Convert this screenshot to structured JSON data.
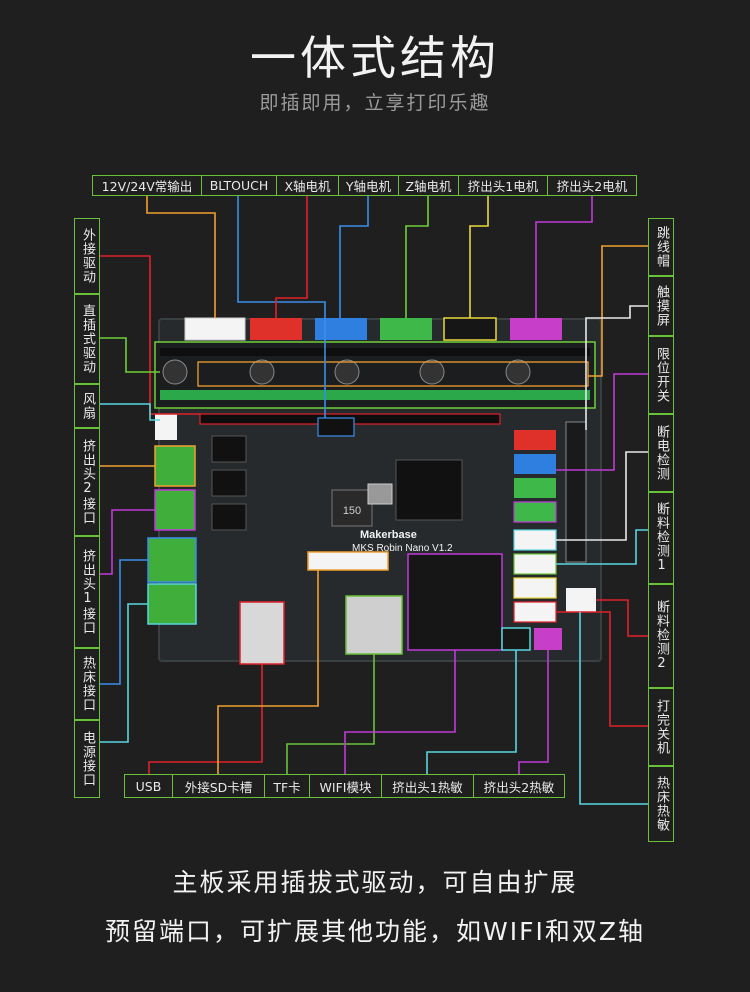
{
  "header": {
    "title": "一体式结构",
    "subtitle": "即插即用，立享打印乐趣"
  },
  "top_labels": [
    "12V/24V常输出",
    "BLTOUCH",
    "X轴电机",
    "Y轴电机",
    "Z轴电机",
    "挤出头1电机",
    "挤出头2电机"
  ],
  "left_labels": [
    "外接驱动",
    "直插式驱动",
    "风扇",
    "挤出头2接口",
    "挤出头1接口",
    "热床接口",
    "电源接口"
  ],
  "right_labels": [
    "跳线帽",
    "触摸屏",
    "限位开关",
    "断电检测",
    "断料检测1",
    "断料检测2",
    "打完关机",
    "热床热敏"
  ],
  "bottom_labels": [
    "USB",
    "外接SD卡槽",
    "TF卡",
    "WIFI模块",
    "挤出头1热敏",
    "挤出头2热敏"
  ],
  "board": {
    "brand": "Makerbase",
    "model": "MKS Robin Nano V1.2",
    "chip_label": "150"
  },
  "footer": {
    "line1": "主板采用插拔式驱动，可自由扩展",
    "line2": "预留端口，可扩展其他功能，如WIFI和双Z轴"
  },
  "colors": {
    "label_border": "#69c13a",
    "wire_red": "#e0202a",
    "wire_orange": "#f0a030",
    "wire_blue": "#3a8ee8",
    "wire_green": "#6fcf3a",
    "wire_purple": "#c03ad8",
    "wire_cyan": "#58d6e0",
    "wire_yellow": "#e8d838",
    "wire_white": "#e8e8e8"
  }
}
